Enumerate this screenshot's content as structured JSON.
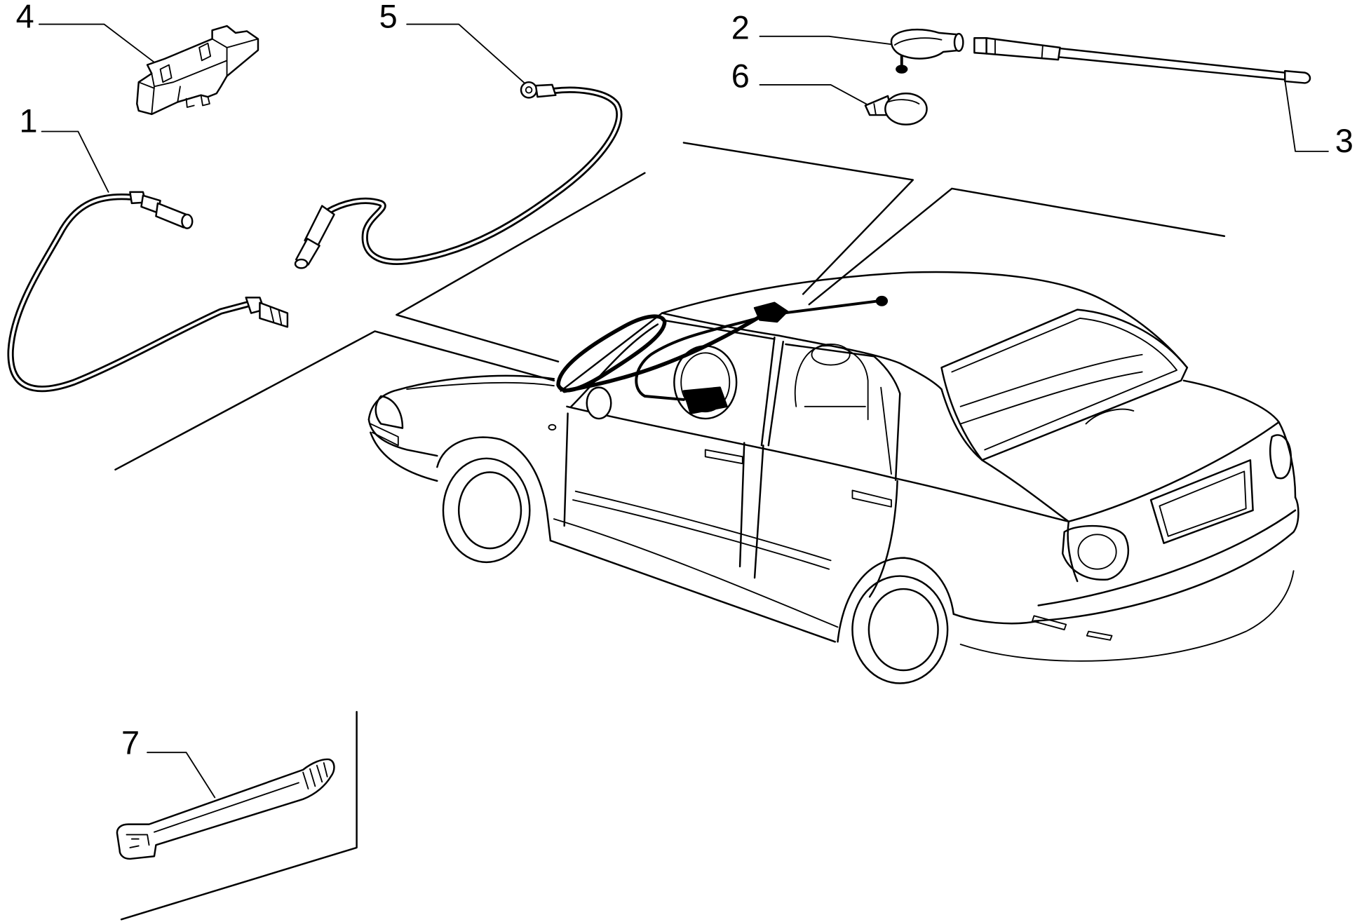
{
  "diagram": {
    "callouts": {
      "part_1": "1",
      "part_2": "2",
      "part_3": "3",
      "part_4": "4",
      "part_5": "5",
      "part_6": "6",
      "part_7": "7"
    }
  },
  "colors": {
    "line": "#000000",
    "background": "#ffffff"
  }
}
